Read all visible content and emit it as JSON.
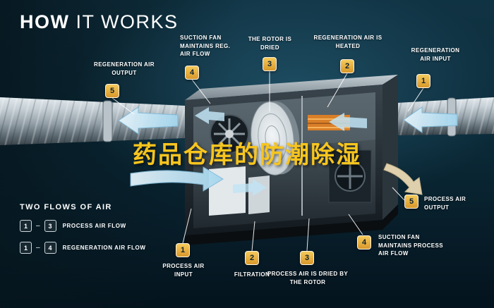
{
  "title": {
    "part1": "HOW",
    "part2": "IT WORKS"
  },
  "watermark": {
    "text": "药品仓库的防潮除湿"
  },
  "callouts": [
    {
      "num": "5",
      "label": "REGENERATION AIR OUTPUT"
    },
    {
      "num": "4",
      "label": "SUCTION FAN MAINTAINS REG. AIR FLOW"
    },
    {
      "num": "3",
      "label": "THE ROTOR IS DRIED"
    },
    {
      "num": "2",
      "label": "REGENERATION AIR IS HEATED"
    },
    {
      "num": "1",
      "label": "REGENERATION AIR INPUT"
    },
    {
      "num": "5",
      "label": "PROCESS AIR OUTPUT"
    },
    {
      "num": "4",
      "label": "SUCTION FAN MAINTAINS PROCESS AIR FLOW"
    },
    {
      "num": "3",
      "label": "PROCESS AIR IS DRIED BY THE ROTOR"
    },
    {
      "num": "2",
      "label": "FILTRATION"
    },
    {
      "num": "1",
      "label": "PROCESS AIR INPUT"
    }
  ],
  "legend": {
    "heading": "TWO FLOWS OF AIR",
    "separator": "–",
    "rows": [
      {
        "from": "1",
        "to": "3",
        "label": "PROCESS AIR FLOW"
      },
      {
        "from": "1",
        "to": "4",
        "label": "REGENERATION AIR FLOW"
      }
    ]
  },
  "colors": {
    "background": "#0b2a38",
    "badge_gold": "#e2a83c",
    "label_text": "#ffffff",
    "watermark_yellow": "#f7c51e",
    "airflow_blue": "#bfe3f5",
    "process_output_tan": "#ead9b4"
  }
}
